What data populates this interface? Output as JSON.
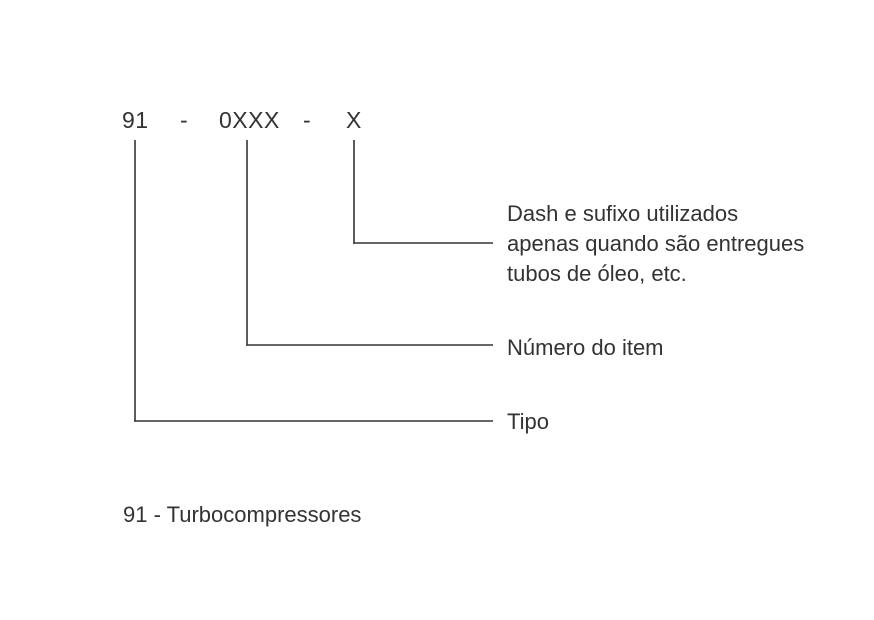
{
  "code": {
    "type_segment": "91",
    "separator_1": "-",
    "item_segment": "0XXX",
    "separator_2": "-",
    "suffix_segment": "X"
  },
  "labels": {
    "suffix_line_1": "Dash e sufixo utilizados",
    "suffix_line_2": "apenas quando são entregues",
    "suffix_line_3": "tubos de óleo, etc.",
    "item_number": "Número do item",
    "type": "Tipo"
  },
  "footnote": "91 - Turbocompressores",
  "colors": {
    "text": "#333333",
    "lines": "#333333",
    "background": "#ffffff"
  }
}
